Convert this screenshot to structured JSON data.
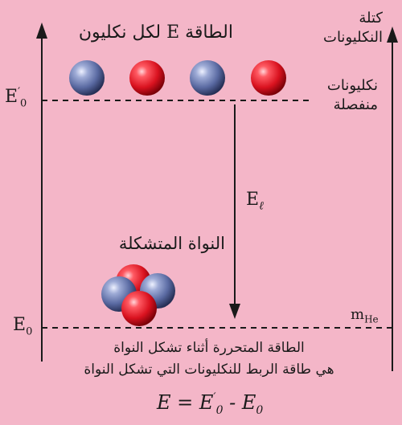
{
  "title_energy": "الطاقة E لكل نكليون",
  "mass_axis": {
    "line1": "كتلة",
    "line2": "النكليونات"
  },
  "level_top": {
    "label": "E'0",
    "desc_line1": "نكليونات",
    "desc_line2": "منفصلة"
  },
  "arrow_label": "Eℓ",
  "nucleus_label": "النواة المتشكلة",
  "level_bottom": {
    "label": "E0",
    "mass_label": "mHe"
  },
  "caption": {
    "line1": "الطاقة المتحررة أثناء تشكل النواة",
    "line2": "هي طاقة الربط للنكليونات التي تشكل النواة",
    "formula": "E = E'0 - E0"
  },
  "colors": {
    "background": "#f4b6c8",
    "proton": "#e0202e",
    "neutron": "#6a7bb0",
    "line": "#1a1a1a"
  },
  "particles_top": [
    "neutron",
    "proton",
    "neutron",
    "proton"
  ]
}
